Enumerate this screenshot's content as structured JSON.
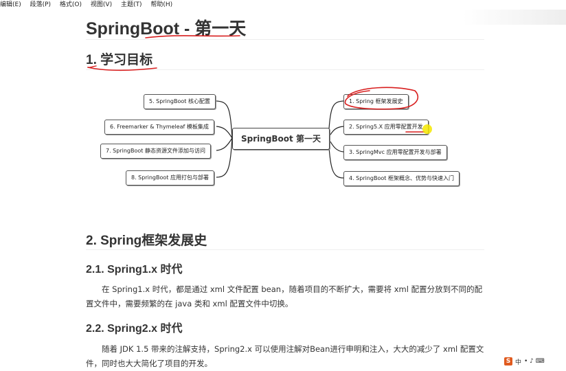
{
  "menu": {
    "items": [
      "编辑(E)",
      "段落(P)",
      "格式(O)",
      "视图(V)",
      "主题(T)",
      "帮助(H)"
    ]
  },
  "doc": {
    "title": "SpringBoot - 第一天",
    "section1": "1. 学习目标",
    "mindmap": {
      "center": "SpringBoot 第一天",
      "left": [
        "5. SpringBoot 核心配置",
        "6. Freemarker & Thymeleaf 模板集成",
        "7. SpringBoot 静态资源文件添加与访问",
        "8. SpringBoot 应用打包与部署"
      ],
      "right": [
        "1. Spring 框架发展史",
        "2. Spring5.X 应用零配置开发",
        "3. SpringMvc 应用零配置开发与部署",
        "4. SpringBoot 框架概念、优势与快速入门"
      ]
    },
    "section2": "2. Spring框架发展史",
    "sub1": {
      "title": "2.1. Spring1.x 时代",
      "text": "在 Spring1.x 时代，都是通过 xml 文件配置 bean，随着项目的不断扩大，需要将 xml 配置分放到不同的配置文件中，需要频繁的在 java 类和 xml 配置文件中切换。"
    },
    "sub2": {
      "title": "2.2. Spring2.x 时代",
      "text": "随着 JDK 1.5 带来的注解支持，Spring2.x 可以使用注解对Bean进行申明和注入，大大的减少了 xml 配置文件，同时也大大简化了项目的开发。"
    }
  },
  "taskbar": {
    "ime_icon": "sogou-s-icon",
    "ime_label": "S",
    "lang": "中",
    "symbols": "• ♪ ⌨"
  },
  "colors": {
    "annotation_red": "#d81e1e",
    "highlight_yellow": "#f4e800"
  }
}
